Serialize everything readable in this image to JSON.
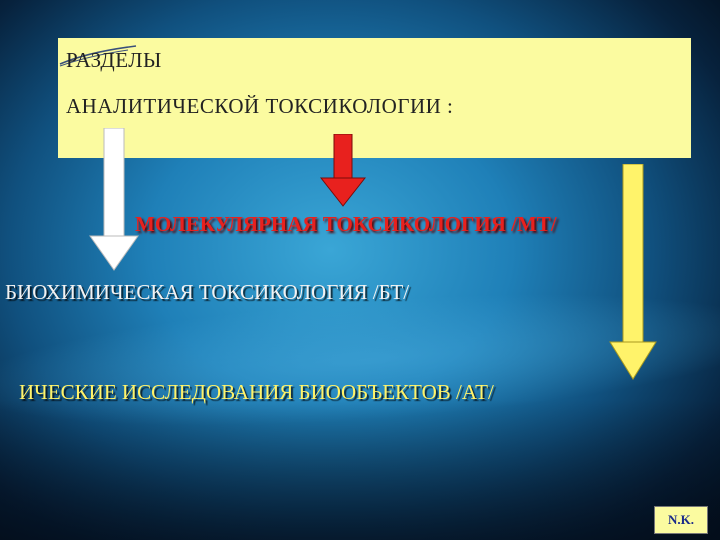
{
  "header": {
    "title_line1": "РАЗДЕЛЫ",
    "title_line2": "АНАЛИТИЧЕСКОЙ ТОКСИКОЛОГИИ :"
  },
  "branches": [
    {
      "text": "МОЛЕКУЛЯРНАЯ ТОКСИКОЛОГИЯ /МТ/",
      "color": "#e8211e"
    },
    {
      "text": "БИОХИМИЧЕСКАЯ ТОКСИКОЛОГИЯ /БТ/",
      "color": "#f2f2f2"
    },
    {
      "text": "ИЧЕСКИЕ ИССЛЕДОВАНИЯ БИООБЪЕКТОВ /АТ/",
      "color": "#fff36a"
    }
  ],
  "arrows": [
    {
      "icon": "arrow-down-icon",
      "color": "#ffffff"
    },
    {
      "icon": "arrow-down-icon",
      "color": "#e8211e"
    },
    {
      "icon": "arrow-down-icon",
      "color": "#fff36a"
    }
  ],
  "footer": {
    "badge": "N.K."
  }
}
